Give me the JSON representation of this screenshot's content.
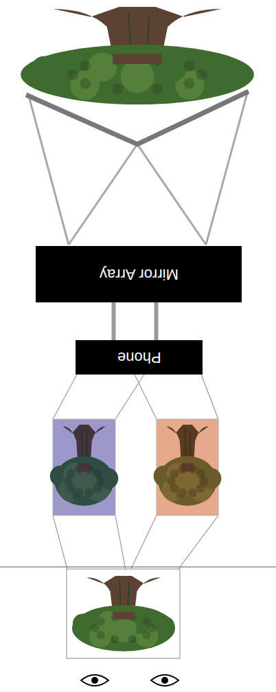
{
  "diagram": {
    "nodes": [
      {
        "text": [
          "Mirror Array"
        ]
      },
      {
        "text": [
          "Phone"
        ]
      }
    ],
    "edges": [
      {
        "from": 0,
        "to": 1,
        "arrow": "none"
      }
    ]
  }
}
